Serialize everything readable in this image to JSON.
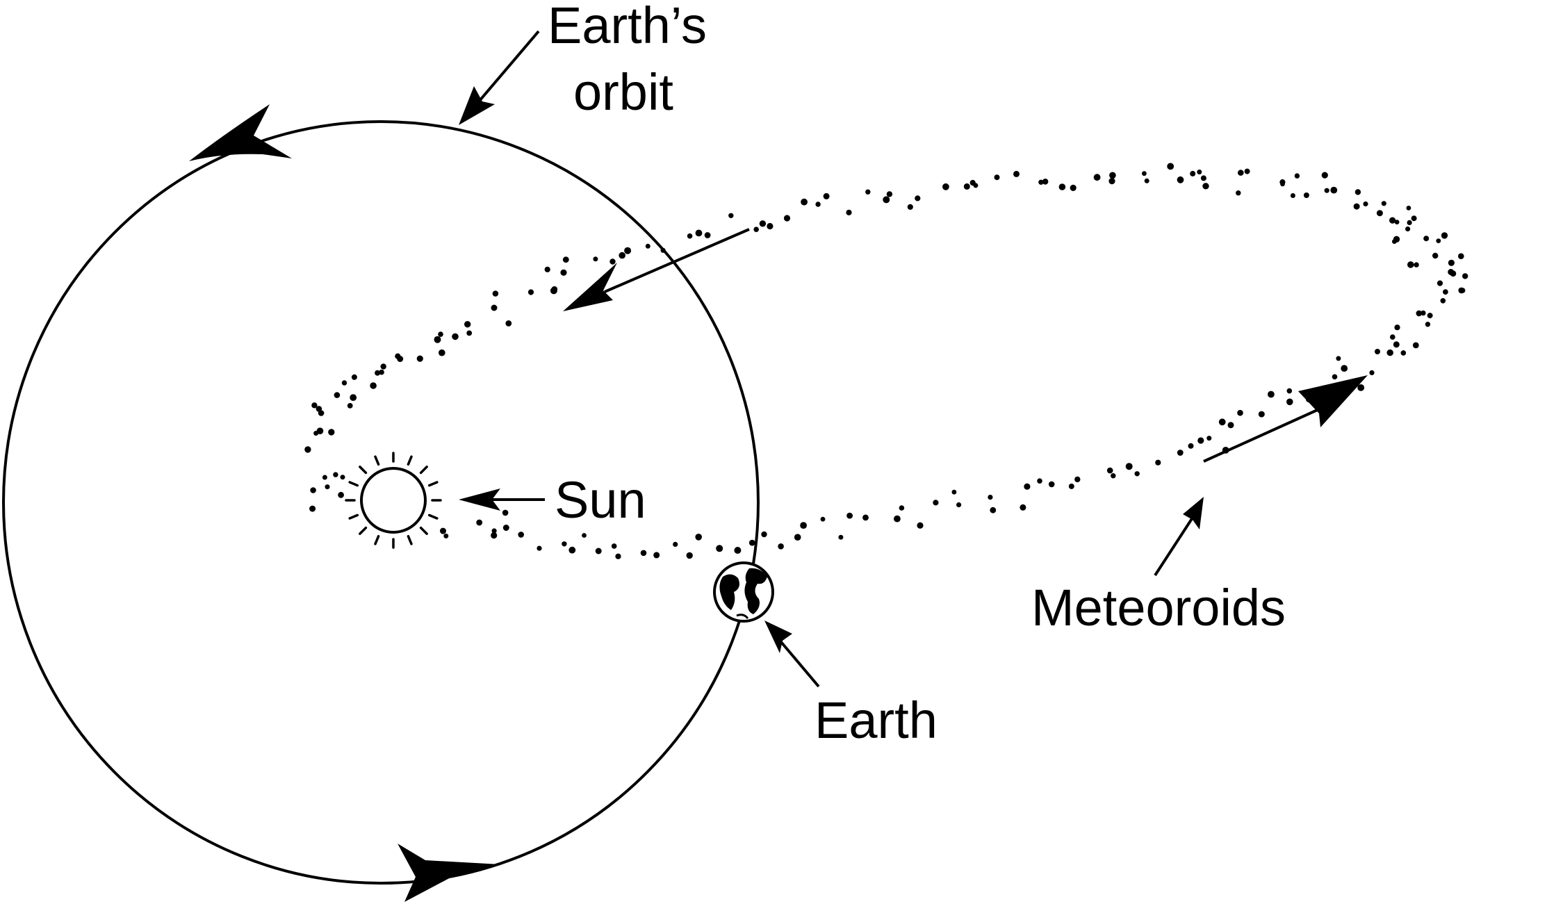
{
  "labels": {
    "orbit_line1": "Earth’s",
    "orbit_line2": "orbit",
    "sun": "Sun",
    "earth": "Earth",
    "meteoroids": "Meteoroids"
  },
  "colors": {
    "ink": "#000000",
    "background": "#ffffff"
  },
  "icons": {
    "sun": "sun-icon",
    "earth": "earth-globe-icon"
  }
}
